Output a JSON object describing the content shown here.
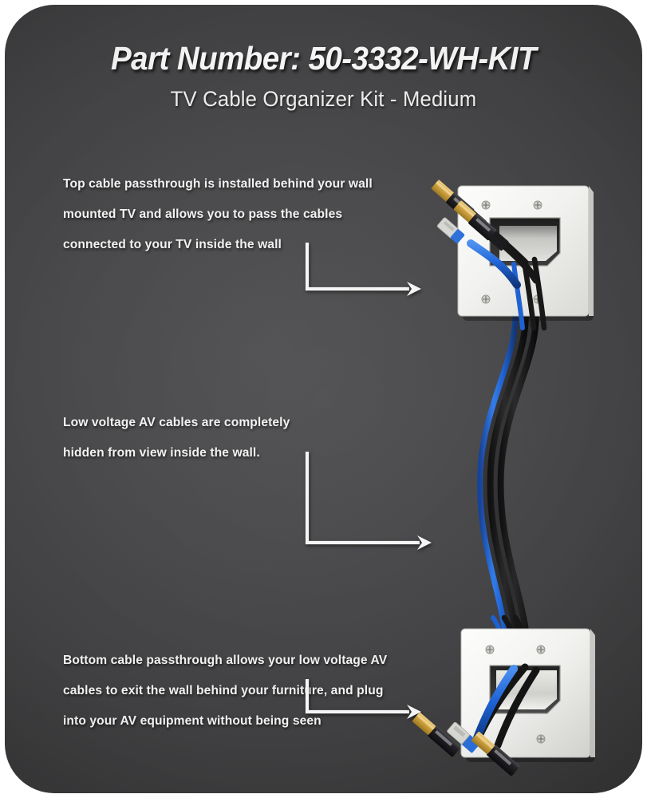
{
  "header": {
    "part_number_label": "Part Number: 50-3332-WH-KIT",
    "product_name": "TV Cable Organizer Kit - Medium"
  },
  "callouts": [
    {
      "id": "top",
      "text": "Top cable passthrough is installed behind your wall mounted TV and allows you to pass the cables connected to your TV inside the wall"
    },
    {
      "id": "middle",
      "text": "Low voltage AV cables are completely hidden from view inside the wall."
    },
    {
      "id": "bottom",
      "text": "Bottom cable passthrough allows your low voltage AV cables to exit the wall behind your furniture, and plug into your AV equipment without being seen"
    }
  ],
  "product_images": {
    "top_plate": {
      "name": "Top recessed low voltage wall plate",
      "orientation": "recess-opens-up",
      "screw_count": 4,
      "cables": [
        "hdmi-cable",
        "hdmi-cable",
        "ethernet-cable"
      ]
    },
    "bottom_plate": {
      "name": "Bottom recessed low voltage wall plate",
      "orientation": "recess-opens-down",
      "screw_count": 3,
      "cables": [
        "hdmi-cable",
        "hdmi-cable",
        "ethernet-cable"
      ]
    },
    "cable_run": {
      "name": "Cables routed inside the wall",
      "cable_count": 3,
      "cable_colors": [
        "#1b5fd0",
        "#151515",
        "#151515"
      ]
    }
  },
  "colors": {
    "background_dark": "#3c3c3e",
    "background_center": "#4e4e50",
    "text_light": "#f2f2f2",
    "plate_white": "#f0f0ee",
    "cable_blue": "#1b5fd0",
    "cable_black": "#151515",
    "connector_gold": "#d8ab49",
    "arrow_white": "#f5f5f5"
  }
}
